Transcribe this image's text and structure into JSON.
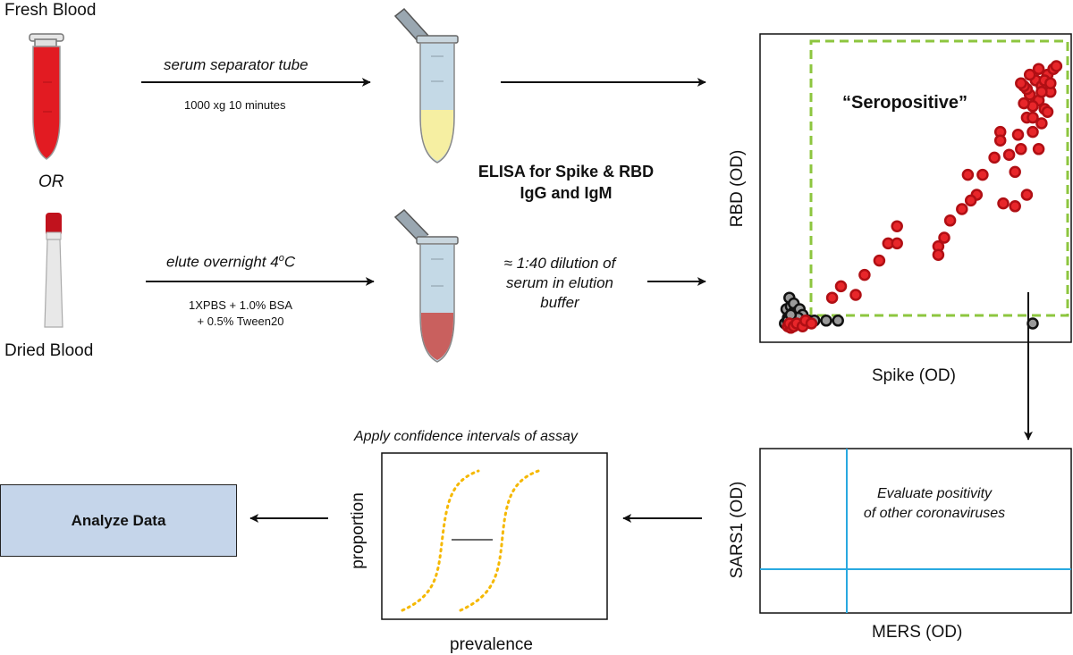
{
  "labels": {
    "fresh_blood": "Fresh Blood",
    "or": "OR",
    "dried_blood": "Dried Blood",
    "serum_separator": "serum separator tube",
    "spin": "1000 xg 10 minutes",
    "elute": "elute overnight 4",
    "elute_sup": "o",
    "elute_c": "C",
    "buffer_line1": "1XPBS + 1.0% BSA",
    "buffer_line2": "+ 0.5% Tween20",
    "elisa_line1": "ELISA for Spike & RBD",
    "elisa_line2": "IgG and IgM",
    "dilution_line1": "≈ 1:40 dilution of",
    "dilution_line2": "serum in elution",
    "dilution_line3": "buffer",
    "seropositive": "“Seropositive”",
    "evaluate_line1": "Evaluate positivity",
    "evaluate_line2": "of other coronaviruses",
    "confidence": "Apply confidence intervals of assay",
    "analyze": "Analyze Data"
  },
  "colors": {
    "blood_red": "#e21b22",
    "serum_yellow": "#f6efa2",
    "eluate_pink": "#c9605e",
    "tube_body": "#c4d9e6",
    "gate_green": "#8dc63f",
    "threshold_blue": "#29a9e0",
    "sigmoid_gold": "#f5b800",
    "positive_point": "#e8262a",
    "negative_point": "#9a9a9a",
    "box_fill": "#c5d5ea"
  },
  "chart_data": [
    {
      "type": "scatter",
      "xlabel": "Spike (OD)",
      "ylabel": "RBD (OD)",
      "gate_label": "“Seropositive”",
      "series": [
        {
          "values": [
            [
              0.07,
              0.04
            ],
            [
              0.08,
              0.035
            ],
            [
              0.075,
              0.05
            ],
            [
              0.09,
              0.04
            ],
            [
              0.1,
              0.05
            ],
            [
              0.12,
              0.04
            ],
            [
              0.13,
              0.06
            ],
            [
              0.15,
              0.05
            ],
            [
              0.22,
              0.14
            ],
            [
              0.25,
              0.18
            ],
            [
              0.3,
              0.15
            ],
            [
              0.33,
              0.22
            ],
            [
              0.38,
              0.27
            ],
            [
              0.41,
              0.33
            ],
            [
              0.44,
              0.39
            ],
            [
              0.44,
              0.33
            ],
            [
              0.58,
              0.32
            ],
            [
              0.58,
              0.29
            ],
            [
              0.6,
              0.35
            ],
            [
              0.62,
              0.41
            ],
            [
              0.66,
              0.45
            ],
            [
              0.71,
              0.5
            ],
            [
              0.8,
              0.47
            ],
            [
              0.84,
              0.46
            ],
            [
              0.69,
              0.48
            ],
            [
              0.68,
              0.57
            ],
            [
              0.73,
              0.57
            ],
            [
              0.77,
              0.63
            ],
            [
              0.84,
              0.58
            ],
            [
              0.88,
              0.5
            ],
            [
              0.82,
              0.64
            ],
            [
              0.86,
              0.66
            ],
            [
              0.79,
              0.72
            ],
            [
              0.79,
              0.69
            ],
            [
              0.85,
              0.71
            ],
            [
              0.92,
              0.66
            ],
            [
              0.9,
              0.72
            ],
            [
              0.88,
              0.77
            ],
            [
              0.93,
              0.75
            ],
            [
              0.89,
              0.85
            ],
            [
              0.92,
              0.83
            ],
            [
              0.94,
              0.8
            ],
            [
              0.95,
              0.79
            ],
            [
              0.9,
              0.81
            ],
            [
              0.87,
              0.82
            ],
            [
              0.96,
              0.86
            ],
            [
              0.91,
              0.9
            ],
            [
              0.93,
              0.88
            ],
            [
              0.95,
              0.92
            ],
            [
              0.97,
              0.94
            ],
            [
              0.9,
              0.77
            ],
            [
              0.94,
              0.9
            ],
            [
              0.88,
              0.87
            ],
            [
              0.92,
              0.94
            ],
            [
              0.98,
              0.95
            ],
            [
              0.96,
              0.89
            ],
            [
              0.87,
              0.88
            ],
            [
              0.93,
              0.86
            ],
            [
              0.89,
              0.92
            ],
            [
              0.86,
              0.89
            ]
          ]
        },
        {
          "values": [
            [
              0.06,
              0.05
            ],
            [
              0.065,
              0.1
            ],
            [
              0.07,
              0.07
            ],
            [
              0.08,
              0.11
            ],
            [
              0.075,
              0.14
            ],
            [
              0.09,
              0.09
            ],
            [
              0.1,
              0.06
            ],
            [
              0.09,
              0.12
            ],
            [
              0.1,
              0.09
            ],
            [
              0.11,
              0.1
            ],
            [
              0.12,
              0.08
            ],
            [
              0.14,
              0.06
            ],
            [
              0.16,
              0.06
            ],
            [
              0.2,
              0.06
            ],
            [
              0.24,
              0.06
            ],
            [
              0.085,
              0.04
            ],
            [
              0.095,
              0.05
            ],
            [
              0.105,
              0.07
            ],
            [
              0.07,
              0.06
            ],
            [
              0.08,
              0.08
            ],
            [
              0.9,
              0.05
            ]
          ]
        }
      ]
    },
    {
      "type": "scatter",
      "xlabel": "MERS (OD)",
      "ylabel": "SARS1 (OD)",
      "annotation": [
        "Evaluate positivity",
        "of other coronaviruses"
      ]
    },
    {
      "type": "line",
      "title": "Apply confidence intervals of assay",
      "xlabel": "prevalence",
      "ylabel": "proportion"
    }
  ]
}
